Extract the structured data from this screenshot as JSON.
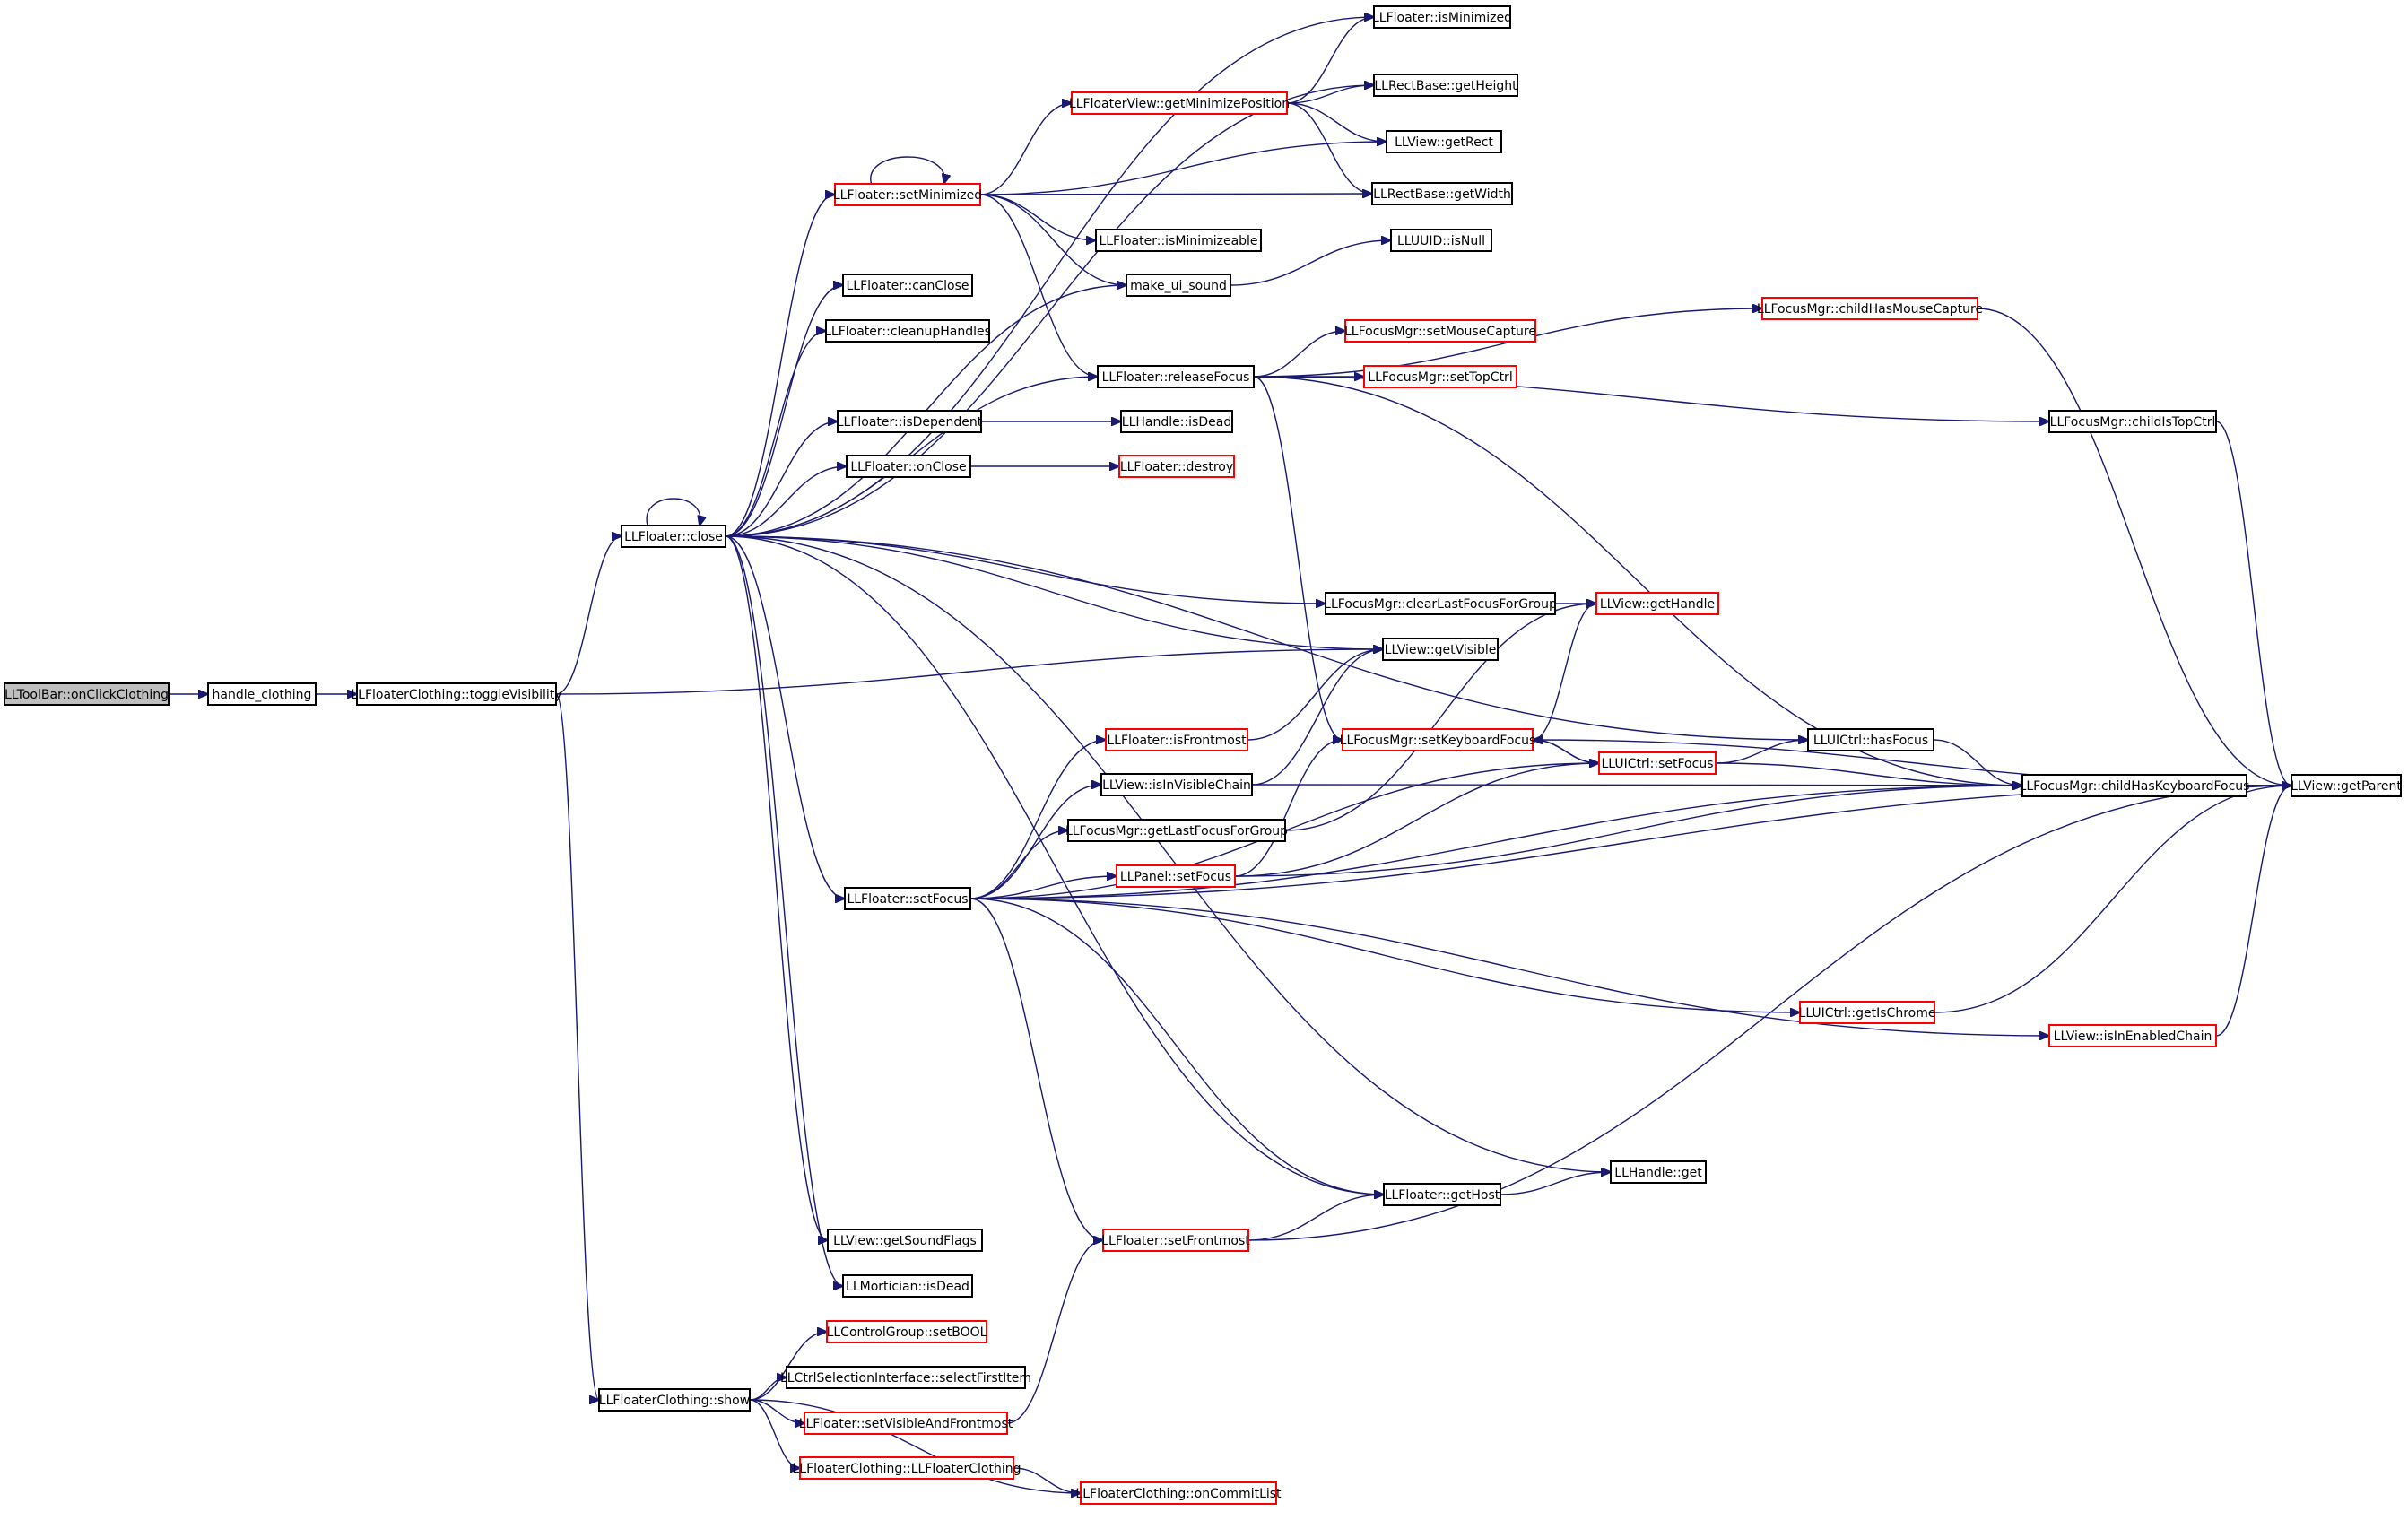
{
  "colors": {
    "edge": "#191970",
    "box_normal": "#000000",
    "box_truncated": "#ff0000",
    "box_root_fill": "#bfbfbf",
    "box_fill": "#ffffff"
  },
  "nodes": [
    {
      "id": "root",
      "label": "LLToolBar::onClickClothing",
      "style": "root"
    },
    {
      "id": "handle_clothing",
      "label": "handle_clothing",
      "style": "normal"
    },
    {
      "id": "toggleVisibility",
      "label": "LLFloaterClothing::toggleVisibility",
      "style": "normal"
    },
    {
      "id": "close",
      "label": "LLFloater::close",
      "style": "normal"
    },
    {
      "id": "show",
      "label": "LLFloaterClothing::show",
      "style": "normal"
    },
    {
      "id": "setMinimized",
      "label": "LLFloater::setMinimized",
      "style": "truncated"
    },
    {
      "id": "canClose",
      "label": "LLFloater::canClose",
      "style": "normal"
    },
    {
      "id": "cleanupHandles",
      "label": "LLFloater::cleanupHandles",
      "style": "normal"
    },
    {
      "id": "isDependent",
      "label": "LLFloater::isDependent",
      "style": "normal"
    },
    {
      "id": "onClose",
      "label": "LLFloater::onClose",
      "style": "normal"
    },
    {
      "id": "setFocus",
      "label": "LLFloater::setFocus",
      "style": "normal"
    },
    {
      "id": "getSoundFlags",
      "label": "LLView::getSoundFlags",
      "style": "normal"
    },
    {
      "id": "morticianIsDead",
      "label": "LLMortician::isDead",
      "style": "normal"
    },
    {
      "id": "setBOOL",
      "label": "LLControlGroup::setBOOL",
      "style": "truncated"
    },
    {
      "id": "selectFirstItem",
      "label": "LLCtrlSelectionInterface::selectFirstItem",
      "style": "normal"
    },
    {
      "id": "setVisibleAndFrontmost",
      "label": "LLFloater::setVisibleAndFrontmost",
      "style": "truncated"
    },
    {
      "id": "ctorClothing",
      "label": "LLFloaterClothing::LLFloaterClothing",
      "style": "truncated"
    },
    {
      "id": "getMinimizePosition",
      "label": "LLFloaterView::getMinimizePosition",
      "style": "truncated"
    },
    {
      "id": "isMinimizeable",
      "label": "LLFloater::isMinimizeable",
      "style": "normal"
    },
    {
      "id": "make_ui_sound",
      "label": "make_ui_sound",
      "style": "normal"
    },
    {
      "id": "releaseFocus",
      "label": "LLFloater::releaseFocus",
      "style": "normal"
    },
    {
      "id": "handleIsDead",
      "label": "LLHandle::isDead",
      "style": "normal"
    },
    {
      "id": "destroy",
      "label": "LLFloater::destroy",
      "style": "truncated"
    },
    {
      "id": "isFrontmost",
      "label": "LLFloater::isFrontmost",
      "style": "truncated"
    },
    {
      "id": "isInVisibleChain",
      "label": "LLView::isInVisibleChain",
      "style": "normal"
    },
    {
      "id": "getLastFocusForGroup",
      "label": "LLFocusMgr::getLastFocusForGroup",
      "style": "normal"
    },
    {
      "id": "panelSetFocus",
      "label": "LLPanel::setFocus",
      "style": "truncated"
    },
    {
      "id": "setFrontmost",
      "label": "LLFloater::setFrontmost",
      "style": "truncated"
    },
    {
      "id": "onCommitList",
      "label": "LLFloaterClothing::onCommitList",
      "style": "truncated"
    },
    {
      "id": "isMinimized",
      "label": "LLFloater::isMinimized",
      "style": "normal"
    },
    {
      "id": "getHeight",
      "label": "LLRectBase::getHeight",
      "style": "normal"
    },
    {
      "id": "getRect",
      "label": "LLView::getRect",
      "style": "normal"
    },
    {
      "id": "getWidth",
      "label": "LLRectBase::getWidth",
      "style": "normal"
    },
    {
      "id": "uuidIsNull",
      "label": "LLUUID::isNull",
      "style": "normal"
    },
    {
      "id": "setMouseCapture",
      "label": "LLFocusMgr::setMouseCapture",
      "style": "truncated"
    },
    {
      "id": "setTopCtrl",
      "label": "LLFocusMgr::setTopCtrl",
      "style": "truncated"
    },
    {
      "id": "clearLastFocusForGroup",
      "label": "LLFocusMgr::clearLastFocusForGroup",
      "style": "normal"
    },
    {
      "id": "getVisible",
      "label": "LLView::getVisible",
      "style": "normal"
    },
    {
      "id": "setKeyboardFocus",
      "label": "LLFocusMgr::setKeyboardFocus",
      "style": "truncated"
    },
    {
      "id": "getHost",
      "label": "LLFloater::getHost",
      "style": "normal"
    },
    {
      "id": "getHandle",
      "label": "LLView::getHandle",
      "style": "truncated"
    },
    {
      "id": "uictrlSetFocus",
      "label": "LLUICtrl::setFocus",
      "style": "truncated"
    },
    {
      "id": "childHasMouseCapture",
      "label": "LLFocusMgr::childHasMouseCapture",
      "style": "truncated"
    },
    {
      "id": "childIsTopCtrl",
      "label": "LLFocusMgr::childIsTopCtrl",
      "style": "normal"
    },
    {
      "id": "hasFocus",
      "label": "LLUICtrl::hasFocus",
      "style": "normal"
    },
    {
      "id": "childHasKeyboardFocus",
      "label": "LLFocusMgr::childHasKeyboardFocus",
      "style": "normal"
    },
    {
      "id": "getIsChrome",
      "label": "LLUICtrl::getIsChrome",
      "style": "truncated"
    },
    {
      "id": "isInEnabledChain",
      "label": "LLView::isInEnabledChain",
      "style": "truncated"
    },
    {
      "id": "handleGet",
      "label": "LLHandle::get",
      "style": "normal"
    },
    {
      "id": "getParent",
      "label": "LLView::getParent",
      "style": "normal"
    }
  ],
  "edges": [
    [
      "root",
      "handle_clothing"
    ],
    [
      "handle_clothing",
      "toggleVisibility"
    ],
    [
      "toggleVisibility",
      "close"
    ],
    [
      "toggleVisibility",
      "getVisible"
    ],
    [
      "toggleVisibility",
      "show"
    ],
    [
      "close",
      "close"
    ],
    [
      "close",
      "setMinimized"
    ],
    [
      "close",
      "canClose"
    ],
    [
      "close",
      "cleanupHandles"
    ],
    [
      "close",
      "releaseFocus"
    ],
    [
      "close",
      "isDependent"
    ],
    [
      "close",
      "onClose"
    ],
    [
      "close",
      "make_ui_sound"
    ],
    [
      "close",
      "clearLastFocusForGroup"
    ],
    [
      "close",
      "hasFocus"
    ],
    [
      "close",
      "getVisible"
    ],
    [
      "close",
      "setFocus"
    ],
    [
      "close",
      "getHost"
    ],
    [
      "close",
      "handleGet"
    ],
    [
      "close",
      "getSoundFlags"
    ],
    [
      "close",
      "morticianIsDead"
    ],
    [
      "close",
      "isMinimized"
    ],
    [
      "close",
      "getHeight"
    ],
    [
      "setMinimized",
      "setMinimized"
    ],
    [
      "setMinimized",
      "getMinimizePosition"
    ],
    [
      "setMinimized",
      "getRect"
    ],
    [
      "setMinimized",
      "getWidth"
    ],
    [
      "setMinimized",
      "isMinimizeable"
    ],
    [
      "setMinimized",
      "make_ui_sound"
    ],
    [
      "setMinimized",
      "releaseFocus"
    ],
    [
      "getMinimizePosition",
      "isMinimized"
    ],
    [
      "getMinimizePosition",
      "getHeight"
    ],
    [
      "getMinimizePosition",
      "getRect"
    ],
    [
      "getMinimizePosition",
      "getWidth"
    ],
    [
      "make_ui_sound",
      "uuidIsNull"
    ],
    [
      "releaseFocus",
      "childHasMouseCapture"
    ],
    [
      "releaseFocus",
      "setMouseCapture"
    ],
    [
      "releaseFocus",
      "setTopCtrl"
    ],
    [
      "releaseFocus",
      "childIsTopCtrl"
    ],
    [
      "releaseFocus",
      "childHasKeyboardFocus"
    ],
    [
      "releaseFocus",
      "setKeyboardFocus"
    ],
    [
      "isDependent",
      "handleIsDead"
    ],
    [
      "onClose",
      "destroy"
    ],
    [
      "clearLastFocusForGroup",
      "getHandle"
    ],
    [
      "setFocus",
      "getParent"
    ],
    [
      "setFocus",
      "isFrontmost"
    ],
    [
      "setFocus",
      "isInVisibleChain"
    ],
    [
      "setFocus",
      "getLastFocusForGroup"
    ],
    [
      "setFocus",
      "panelSetFocus"
    ],
    [
      "setFocus",
      "uictrlSetFocus"
    ],
    [
      "setFocus",
      "childHasKeyboardFocus"
    ],
    [
      "setFocus",
      "getIsChrome"
    ],
    [
      "setFocus",
      "isInEnabledChain"
    ],
    [
      "setFocus",
      "getHost"
    ],
    [
      "setFocus",
      "setFrontmost"
    ],
    [
      "isFrontmost",
      "getVisible"
    ],
    [
      "isInVisibleChain",
      "getVisible"
    ],
    [
      "isInVisibleChain",
      "getParent"
    ],
    [
      "getLastFocusForGroup",
      "getHandle"
    ],
    [
      "panelSetFocus",
      "setKeyboardFocus"
    ],
    [
      "panelSetFocus",
      "uictrlSetFocus"
    ],
    [
      "panelSetFocus",
      "childHasKeyboardFocus"
    ],
    [
      "setKeyboardFocus",
      "uictrlSetFocus"
    ],
    [
      "setKeyboardFocus",
      "getHandle"
    ],
    [
      "setKeyboardFocus",
      "getParent"
    ],
    [
      "uictrlSetFocus",
      "setKeyboardFocus"
    ],
    [
      "uictrlSetFocus",
      "hasFocus"
    ],
    [
      "uictrlSetFocus",
      "childHasKeyboardFocus"
    ],
    [
      "childHasMouseCapture",
      "getParent"
    ],
    [
      "childIsTopCtrl",
      "getParent"
    ],
    [
      "hasFocus",
      "childHasKeyboardFocus"
    ],
    [
      "childHasKeyboardFocus",
      "getParent"
    ],
    [
      "getIsChrome",
      "getParent"
    ],
    [
      "isInEnabledChain",
      "getParent"
    ],
    [
      "getHost",
      "handleGet"
    ],
    [
      "setFrontmost",
      "getHost"
    ],
    [
      "setFrontmost",
      "getParent"
    ],
    [
      "show",
      "setBOOL"
    ],
    [
      "show",
      "selectFirstItem"
    ],
    [
      "show",
      "setVisibleAndFrontmost"
    ],
    [
      "show",
      "ctorClothing"
    ],
    [
      "show",
      "onCommitList"
    ],
    [
      "setVisibleAndFrontmost",
      "setFrontmost"
    ],
    [
      "ctorClothing",
      "onCommitList"
    ]
  ]
}
